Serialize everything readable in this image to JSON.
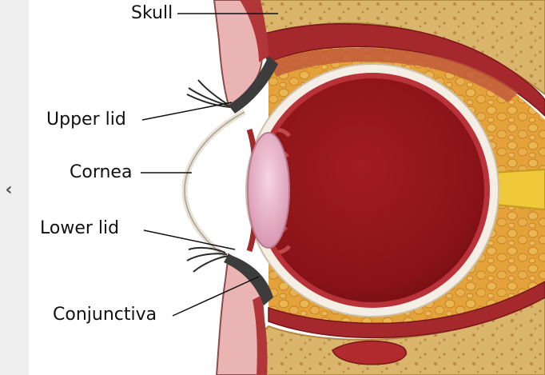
{
  "navigation": {
    "prev_icon": "chevron-left-icon"
  },
  "labels": {
    "skull": "Skull",
    "upper_lid": "Upper lid",
    "cornea": "Cornea",
    "lower_lid": "Lower lid",
    "conjunctiva": "Conjunctiva"
  },
  "colors": {
    "bone": "#d8b46a",
    "fat": "#e2a43a",
    "muscle": "#a3262a",
    "eyeball_interior": "#8e1418",
    "sclera": "#f4eee4",
    "lens": "#e8b4c8",
    "optic_nerve": "#f0cc3c"
  }
}
